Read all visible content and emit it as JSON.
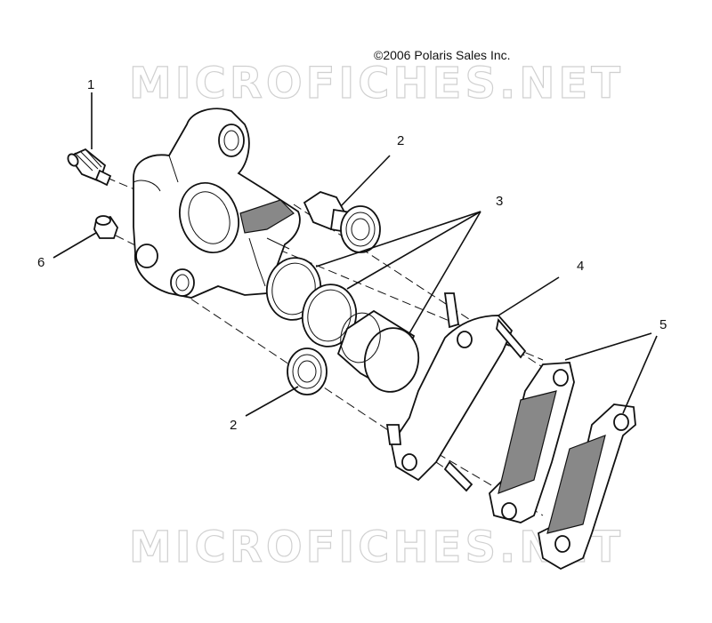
{
  "copyright": "©2006 Polaris Sales Inc.",
  "watermark": "MICROFICHES.NET",
  "callouts": [
    {
      "label": "1"
    },
    {
      "label": "2"
    },
    {
      "label": "3"
    },
    {
      "label": "4"
    },
    {
      "label": "5"
    },
    {
      "label": "2"
    },
    {
      "label": "6"
    }
  ]
}
